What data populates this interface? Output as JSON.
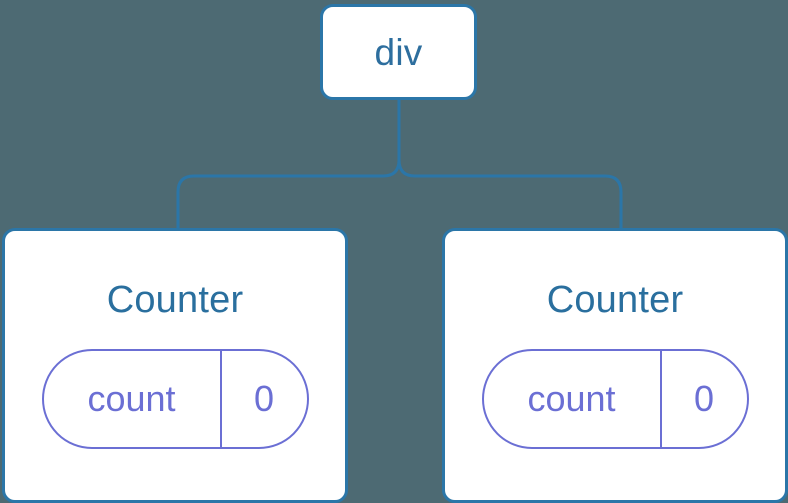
{
  "diagram": {
    "type": "component-tree",
    "background_color": "#4d6a73",
    "edge_color": "#2b76a8",
    "node_border_color": "#2b76a8",
    "node_fill_color": "#ffffff",
    "node_label_color": "#2d6e9e",
    "state_pill_color": "#6b6fd4",
    "root": {
      "label": "div"
    },
    "children": [
      {
        "label": "Counter",
        "state": {
          "key": "count",
          "value": "0"
        }
      },
      {
        "label": "Counter",
        "state": {
          "key": "count",
          "value": "0"
        }
      }
    ]
  }
}
